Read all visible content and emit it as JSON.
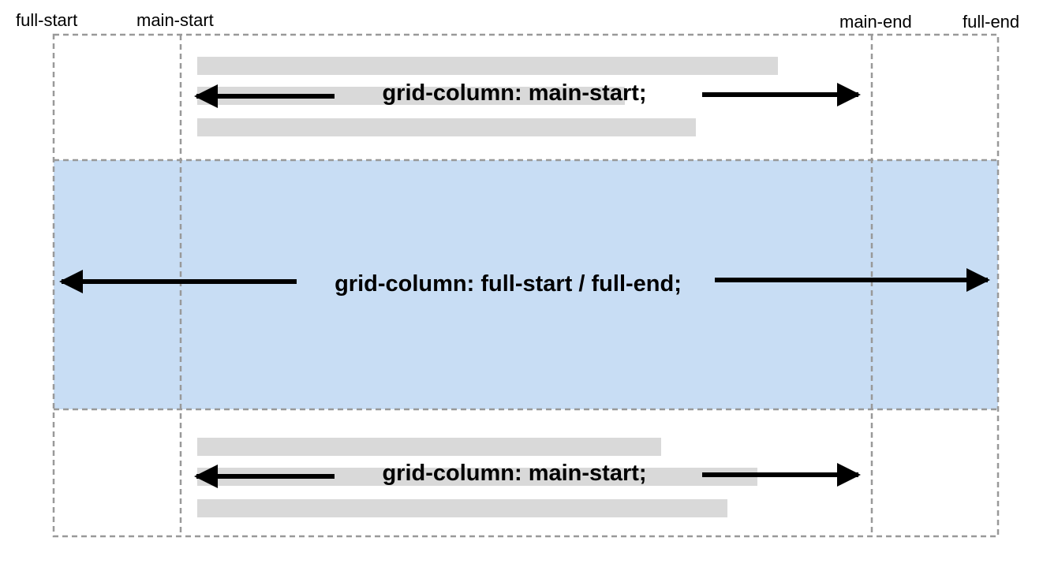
{
  "colors": {
    "background": "#ffffff",
    "full_row_fill": "#c8ddf4",
    "placeholder_bar": "#d9d9d9",
    "grid_border": "#999999",
    "arrow": "#000000"
  },
  "grid_lines": {
    "full_start": "full-start",
    "main_start": "main-start",
    "main_end": "main-end",
    "full_end": "full-end"
  },
  "rows": {
    "top": {
      "label": "grid-column: main-start;"
    },
    "middle": {
      "label": "grid-column: full-start / full-end;"
    },
    "bottom": {
      "label": "grid-column: main-start;"
    }
  }
}
